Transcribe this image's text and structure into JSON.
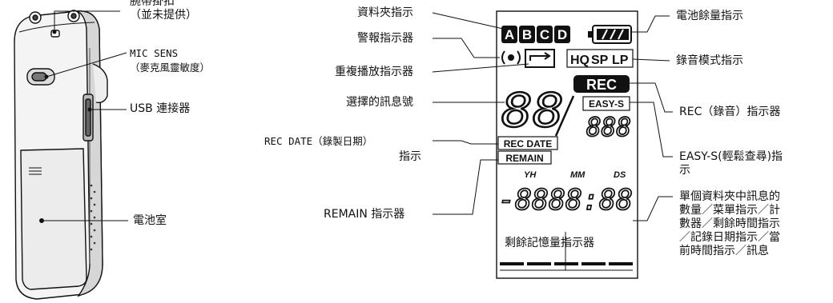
{
  "left_device": {
    "strap_hook": "腕帶掛扣\n（並未提供）",
    "mic_sens": "MIC SENS\n（麥克風靈敏度）",
    "usb": "USB 連接器",
    "battery": "電池室"
  },
  "lcd_labels": {
    "folder": "資料夾指示",
    "alarm": "警報指示器",
    "repeat": "重複播放指示器",
    "message_number": "選擇的訊息號",
    "rec_date_line1": "REC DATE（錄製日期）",
    "rec_date_line2": "指示",
    "remain": "REMAIN 指示器",
    "memory": "剩餘記憶量指示器",
    "battery_level": "電池餘量指示",
    "rec_mode": "錄音模式指示",
    "rec": "REC（錄音）指示器",
    "easy_s": "EASY-S(輕鬆查尋)指\n示",
    "counter": "單個資料夾中訊息的\n數量／菜單指示／計\n數器／剩餘時間指示\n／記錄日期指示／當\n前時間指示／訊息"
  },
  "lcd_display": {
    "folders": [
      "A",
      "B",
      "C",
      "D"
    ],
    "modes": [
      "HQ",
      "SP",
      "LP"
    ],
    "rec_badge": "REC",
    "easy_s_badge": "EASY-S",
    "rec_date_badge": "REC DATE",
    "remain_badge": "REMAIN",
    "time_markers": [
      "YH",
      "MM",
      "DS"
    ],
    "big_digits": "88",
    "small_digits": "888",
    "counter_digits": "-8888:88"
  }
}
